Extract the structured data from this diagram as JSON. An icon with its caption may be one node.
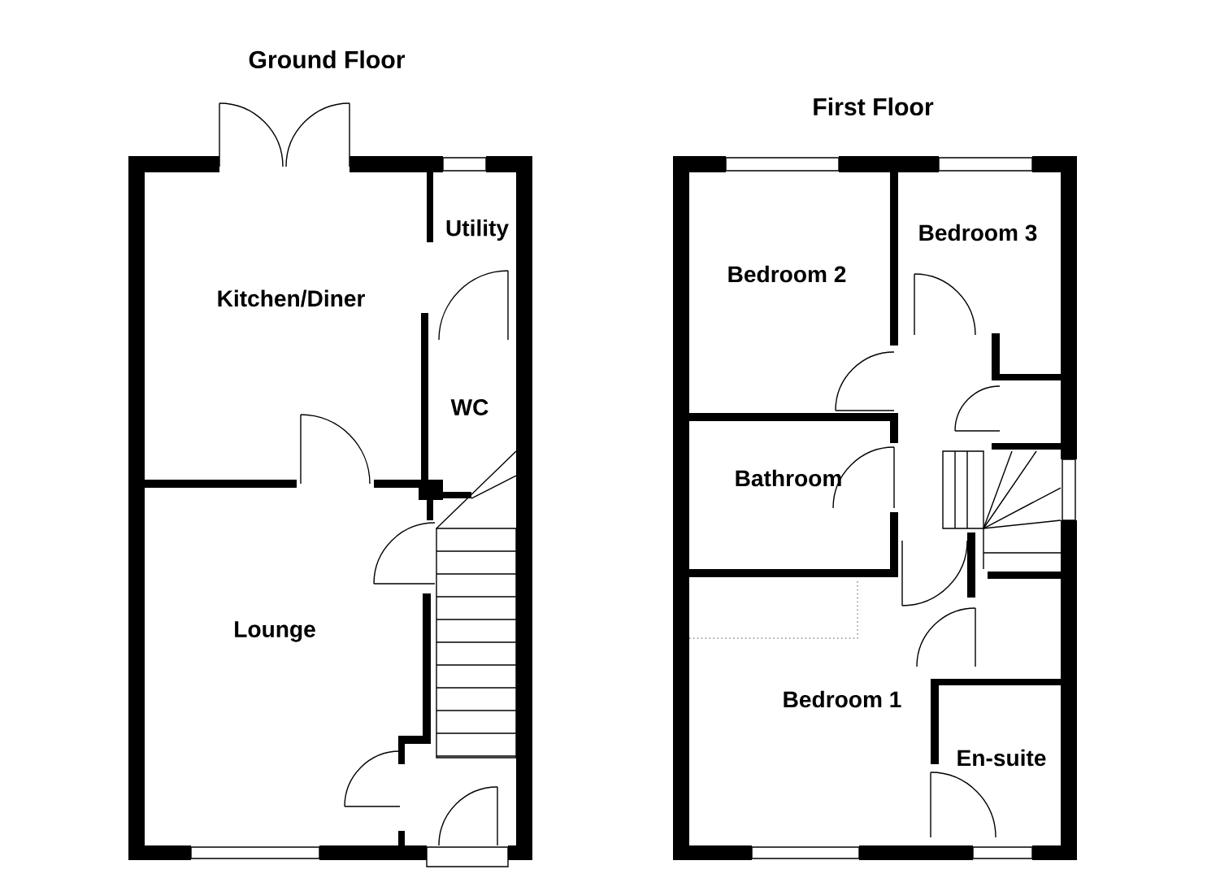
{
  "diagram": {
    "labels": [
      "Ground Floor",
      "Kitchen/Diner",
      "Utility",
      "WC",
      "Lounge",
      "First Floor",
      "Bedroom 2",
      "Bedroom 3",
      "Bathroom",
      "Bedroom 1",
      "En-suite"
    ]
  }
}
